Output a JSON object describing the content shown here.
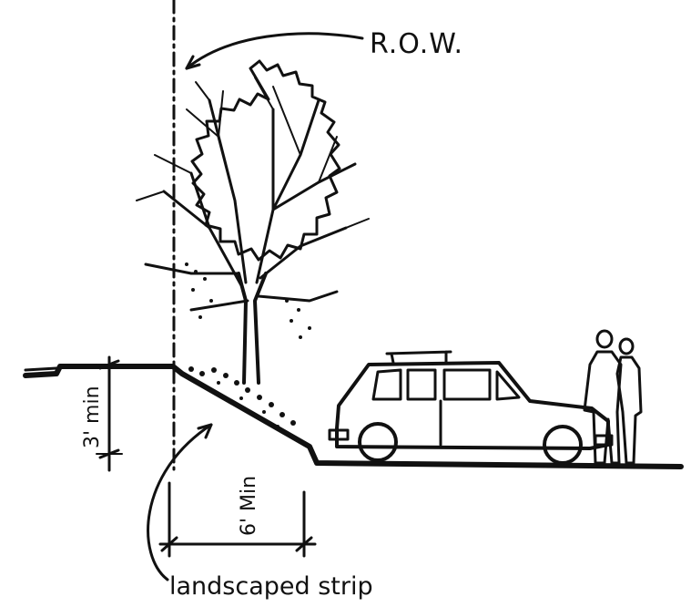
{
  "labels": {
    "row": "R.O.W.",
    "berm_height": "3' min",
    "strip_width": "6' Min",
    "strip": "landscaped strip"
  },
  "colors": {
    "ink": "#111111",
    "background": "#ffffff"
  }
}
